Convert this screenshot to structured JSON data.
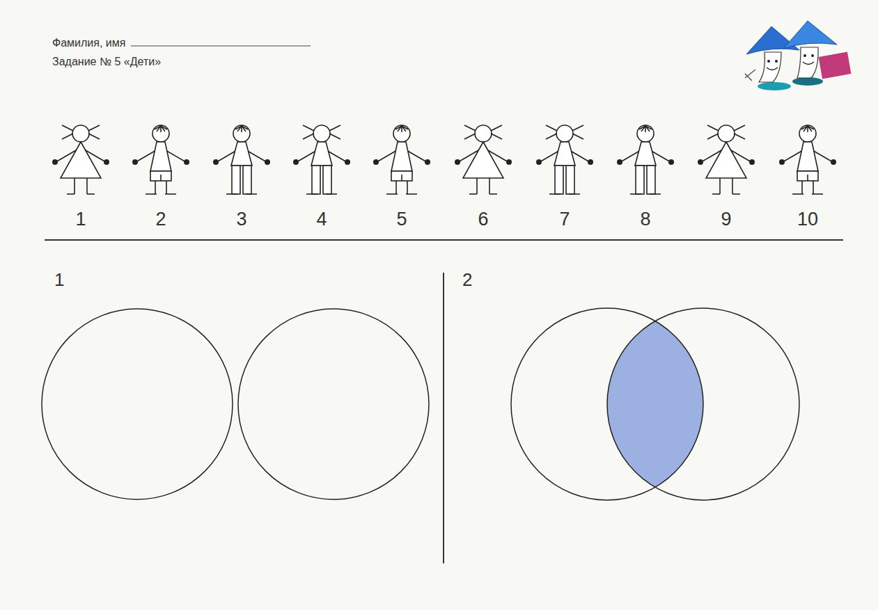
{
  "diagram": {
    "title": "Задание № 5 «Дети»",
    "labels": [
      "Фамилия, имя",
      "1",
      "2",
      "3",
      "4",
      "5",
      "6",
      "7",
      "8",
      "9",
      "10",
      "1",
      "2"
    ]
  }
}
